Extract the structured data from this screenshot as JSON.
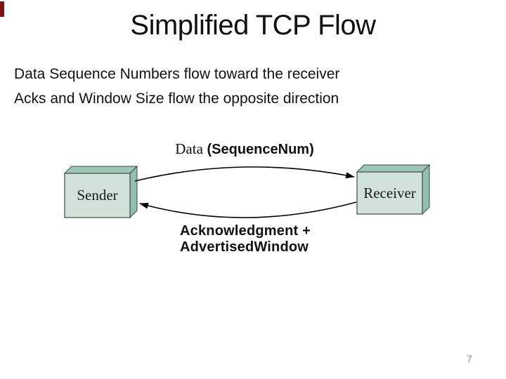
{
  "slide": {
    "title": "Simplified TCP Flow",
    "body_lines": [
      "Data Sequence Numbers flow toward the receiver",
      "Acks and Window Size flow the opposite direction"
    ],
    "page_number": "7",
    "accent_bar_color": "#801215",
    "background_color": "#ffffff"
  },
  "figure": {
    "data_label_serif": "Data",
    "data_label_sans": "(SequenceNum)",
    "sender_label": "Sender",
    "receiver_label": "Receiver",
    "ack_label_line1": "Acknowledgment +",
    "ack_label_line2": "AdvertisedWindow",
    "arrows": [
      {
        "name": "data-arrow",
        "from": "sender",
        "to": "receiver",
        "curve": "upward"
      },
      {
        "name": "ack-arrow",
        "from": "receiver",
        "to": "sender",
        "curve": "downward"
      }
    ]
  },
  "colors": {
    "box_face": "#d1e3d9",
    "box_top": "#9bc8b4",
    "box_side": "#8fc0ab",
    "box_outline": "#454545",
    "arrow": "#000000",
    "text": "#111111",
    "page_number": "#858585"
  }
}
